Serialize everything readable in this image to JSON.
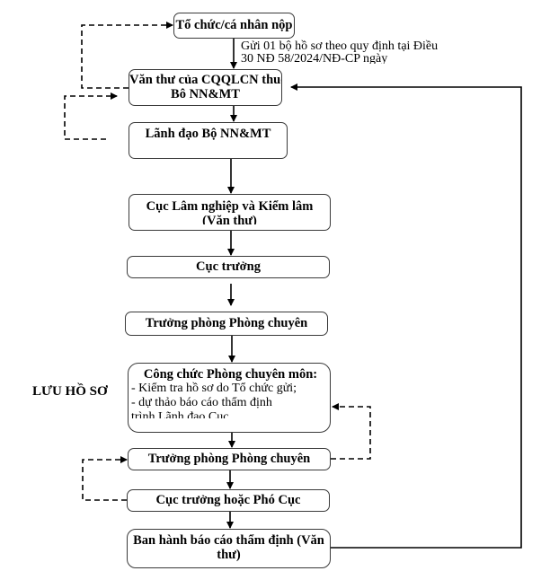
{
  "diagram": {
    "type": "process-flowchart",
    "nodes": [
      {
        "id": "to-chuc-nop",
        "lines": [
          "Tổ chức/cá nhân nộp"
        ]
      },
      {
        "id": "van-thu-cqqlcn",
        "lines": [
          "Văn thư của CQQLCN thuộc",
          "Bô NN&MT"
        ]
      },
      {
        "id": "lanh-dao-bo",
        "lines": [
          "Lãnh đạo Bộ NN&MT"
        ]
      },
      {
        "id": "cuc-lam-nghiep",
        "lines": [
          "Cục Lâm nghiệp và Kiểm lâm",
          "(Văn thư)"
        ]
      },
      {
        "id": "cuc-truong",
        "lines": [
          "Cục trưởng"
        ]
      },
      {
        "id": "truong-phong-1",
        "lines": [
          "Trưởng phòng Phòng chuyên"
        ]
      },
      {
        "id": "cong-chuc",
        "title": "Công chức Phòng chuyên môn:",
        "lines": [
          " - Kiểm tra hồ sơ do Tổ chức gửi;",
          "- dự thảo báo cáo thẩm định",
          "trình Lãnh đạo Cục"
        ]
      },
      {
        "id": "truong-phong-2",
        "lines": [
          "Trưởng phòng Phòng chuyên"
        ]
      },
      {
        "id": "cuc-truong-pho-cuc",
        "lines": [
          "Cục trưởng hoặc Phó Cục"
        ]
      },
      {
        "id": "ban-hanh",
        "lines": [
          "Ban hành báo cáo thẩm định (Văn",
          "thư)"
        ]
      }
    ],
    "annotation": [
      "Gửi 01 bộ hồ sơ theo quy định tại Điều",
      "30 NĐ 58/2024/NĐ-CP ngày"
    ],
    "side_label": "LƯU HỒ SƠ",
    "edges": [
      {
        "from": "to-chuc-nop",
        "to": "van-thu-cqqlcn",
        "style": "solid"
      },
      {
        "from": "van-thu-cqqlcn",
        "to": "lanh-dao-bo",
        "style": "solid"
      },
      {
        "from": "lanh-dao-bo",
        "to": "cuc-lam-nghiep",
        "style": "solid"
      },
      {
        "from": "cuc-lam-nghiep",
        "to": "cuc-truong",
        "style": "solid"
      },
      {
        "from": "cuc-truong",
        "to": "truong-phong-1",
        "style": "solid"
      },
      {
        "from": "truong-phong-1",
        "to": "cong-chuc",
        "style": "solid"
      },
      {
        "from": "cong-chuc",
        "to": "truong-phong-2",
        "style": "solid"
      },
      {
        "from": "truong-phong-2",
        "to": "cuc-truong-pho-cuc",
        "style": "solid"
      },
      {
        "from": "cuc-truong-pho-cuc",
        "to": "ban-hanh",
        "style": "solid"
      },
      {
        "from": "ban-hanh",
        "to": "van-thu-cqqlcn",
        "style": "solid"
      },
      {
        "from": "van-thu-cqqlcn",
        "to": "to-chuc-nop",
        "style": "dashed"
      },
      {
        "from": "lanh-dao-bo",
        "to": "van-thu-cqqlcn",
        "style": "dashed"
      },
      {
        "from": "truong-phong-2",
        "to": "cong-chuc",
        "style": "dashed"
      },
      {
        "from": "cuc-truong-pho-cuc",
        "to": "truong-phong-2",
        "style": "dashed"
      }
    ]
  }
}
